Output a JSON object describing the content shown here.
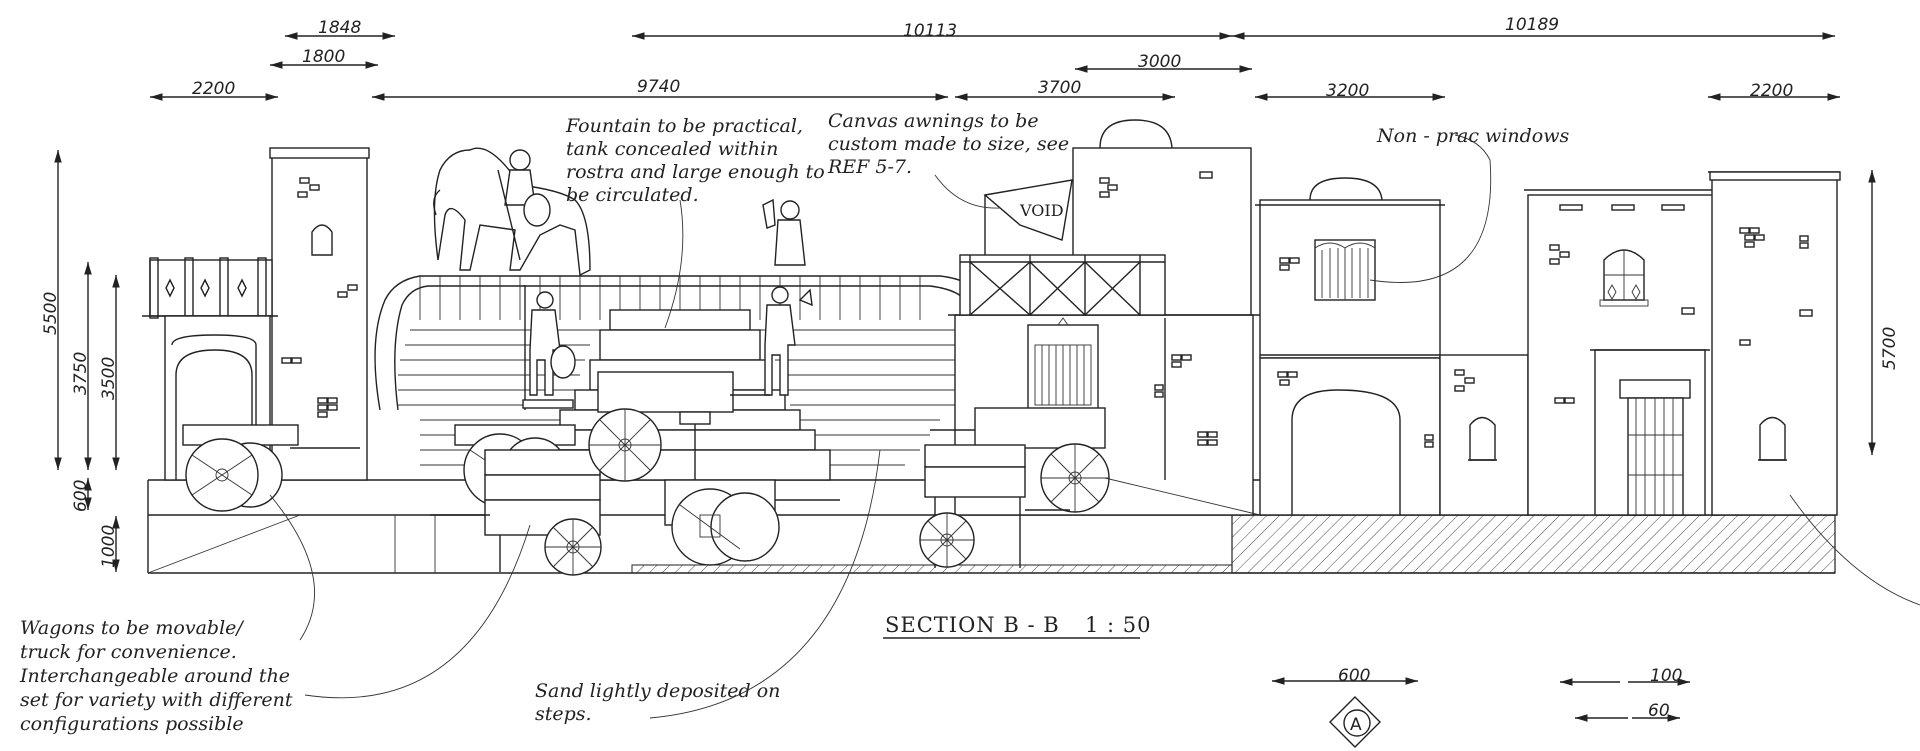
{
  "dimensions_top": {
    "d1848": "1848",
    "d1800": "1800",
    "d2200a": "2200",
    "d9740": "9740",
    "d10113": "10113",
    "d3000": "3000",
    "d3700": "3700",
    "d3200": "3200",
    "d10189": "10189",
    "d2200b": "2200"
  },
  "dimensions_side": {
    "d5500": "5500",
    "d3750": "3750",
    "d3500": "3500",
    "d600": "600",
    "d1000": "1000",
    "d5700": "5700"
  },
  "notes": {
    "fountain": [
      "Fountain to be practical,",
      "tank concealed within",
      "rostra and large enough to",
      "be circulated."
    ],
    "awnings": [
      "Canvas awnings to be",
      "custom made to size, see",
      "REF 5-7."
    ],
    "windows": [
      "Non - prac windows"
    ],
    "wagons": [
      "Wagons to be movable/",
      "truck for convenience.",
      "Interchangeable around the",
      "set for variety with different",
      "configurations possible"
    ],
    "sand": [
      "Sand lightly deposited on",
      "steps."
    ],
    "void": "VOID"
  },
  "section": {
    "title": "SECTION B - B",
    "scale": "1 : 50",
    "marker": "A",
    "d600": "600",
    "d100": "100",
    "d60": "60"
  }
}
